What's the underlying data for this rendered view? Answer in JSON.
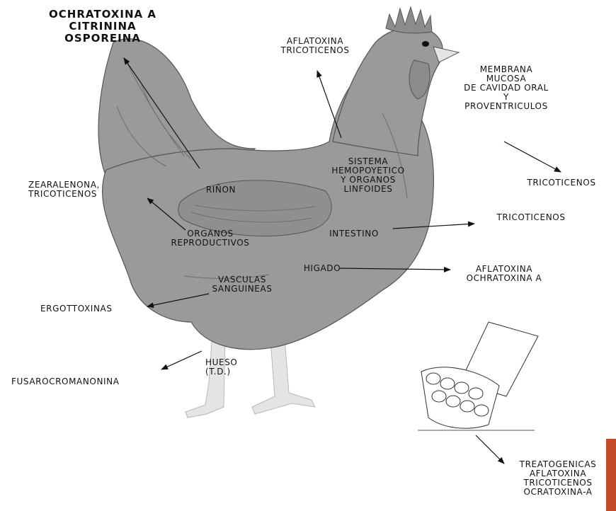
{
  "colors": {
    "hen_body": "#9a9a9a",
    "hen_shadow": "#6e6e6e",
    "legs": "#e4e4e4",
    "edge_strip": "#c24a2a"
  },
  "labels": {
    "ochratoxina_group": "OCHRATOXINA A\nCITRININA\nOSPOREINA",
    "aflatoxina_tricotecenos_top": "AFLATOXINA\nTRICOTICENOS",
    "membrana": "MEMBRANA\nMUCOSA\nDE CAVIDAD ORAL\nY\nPROVENTRICULOS",
    "sistema": "SISTEMA\nHEMOPOYETICO\nY ORGANOS\nLINFOIDES",
    "tricotecenos_right1": "TRICOTICENOS",
    "zearalenona": "ZEARALENONA,\nTRICOTICENOS",
    "rinon": "RIÑON",
    "tricotecenos_right2": "TRICOTICENOS",
    "organos": "ORGANOS\nREPRODUCTIVOS",
    "intestino": "INTESTINO",
    "higado": "HIGADO",
    "aflatoxina_ochratoxina": "AFLATOXINA\nOCHRATOXINA A",
    "vasculas": "VASCULAS\nSANGUINEAS",
    "ergottoxinas": "ERGOTTOXINAS",
    "hueso": "HUESO\n(T.D.)",
    "fusarocromanonina": "FUSAROCROMANONINA",
    "treatogenicas": "TREATOGENICAS\nAFLATOXINA\nTRICOTICENOS\nOCRATOXINA-A"
  }
}
